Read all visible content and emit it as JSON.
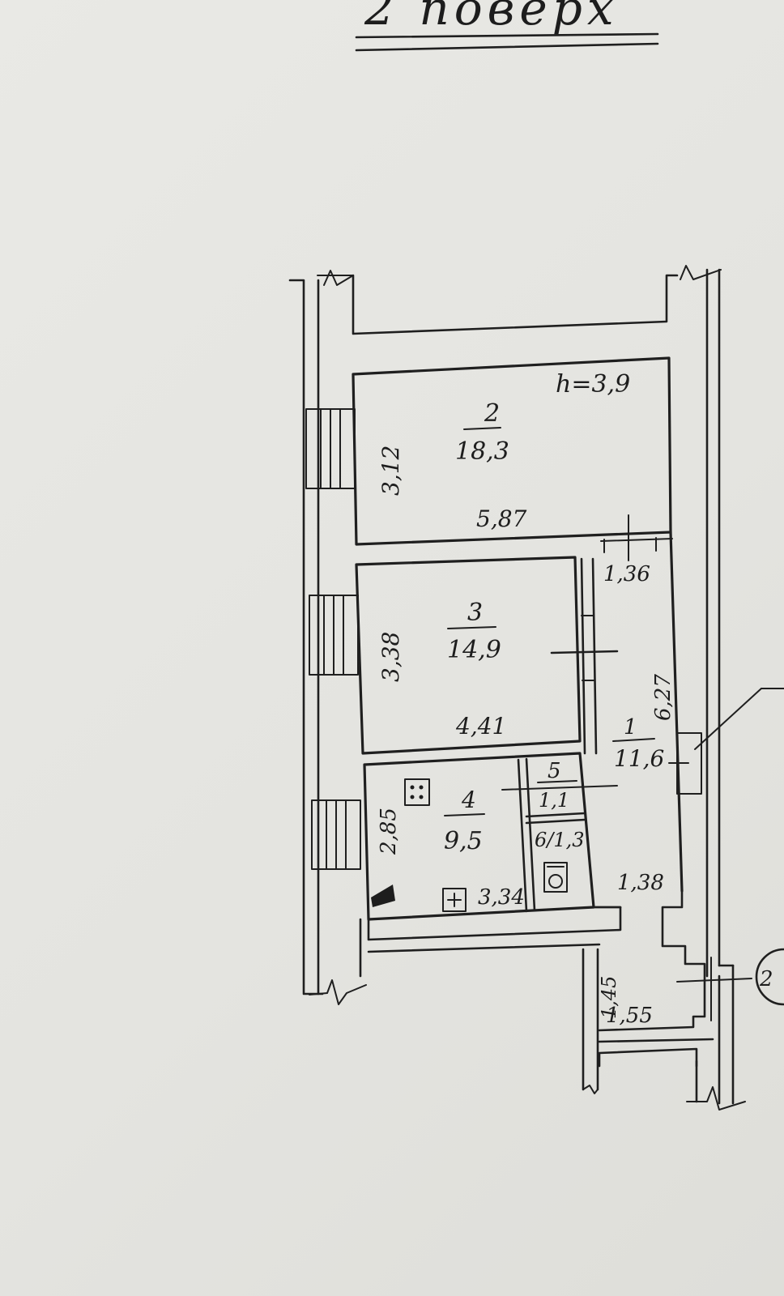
{
  "title": "2 поверх",
  "ceiling_height": "h=3,9",
  "rooms": [
    {
      "number": "2",
      "area": "18,3",
      "width": "3,12",
      "length": "5,87"
    },
    {
      "number": "3",
      "area": "14,9",
      "width": "3,38",
      "length": "4,41"
    },
    {
      "number": "4",
      "area": "9,5",
      "width": "2,85",
      "length": "3,34"
    },
    {
      "number": "5",
      "area": "1,1"
    },
    {
      "number": "6",
      "area": "1,3",
      "label": "6/1,3"
    },
    {
      "number": "1",
      "area": "11,6",
      "length": "6,27"
    }
  ],
  "dimensions": {
    "corridor_width": "1,36",
    "landing": "1,38",
    "stair_a": "1,45",
    "stair_b": "1,55"
  },
  "callout": "2"
}
